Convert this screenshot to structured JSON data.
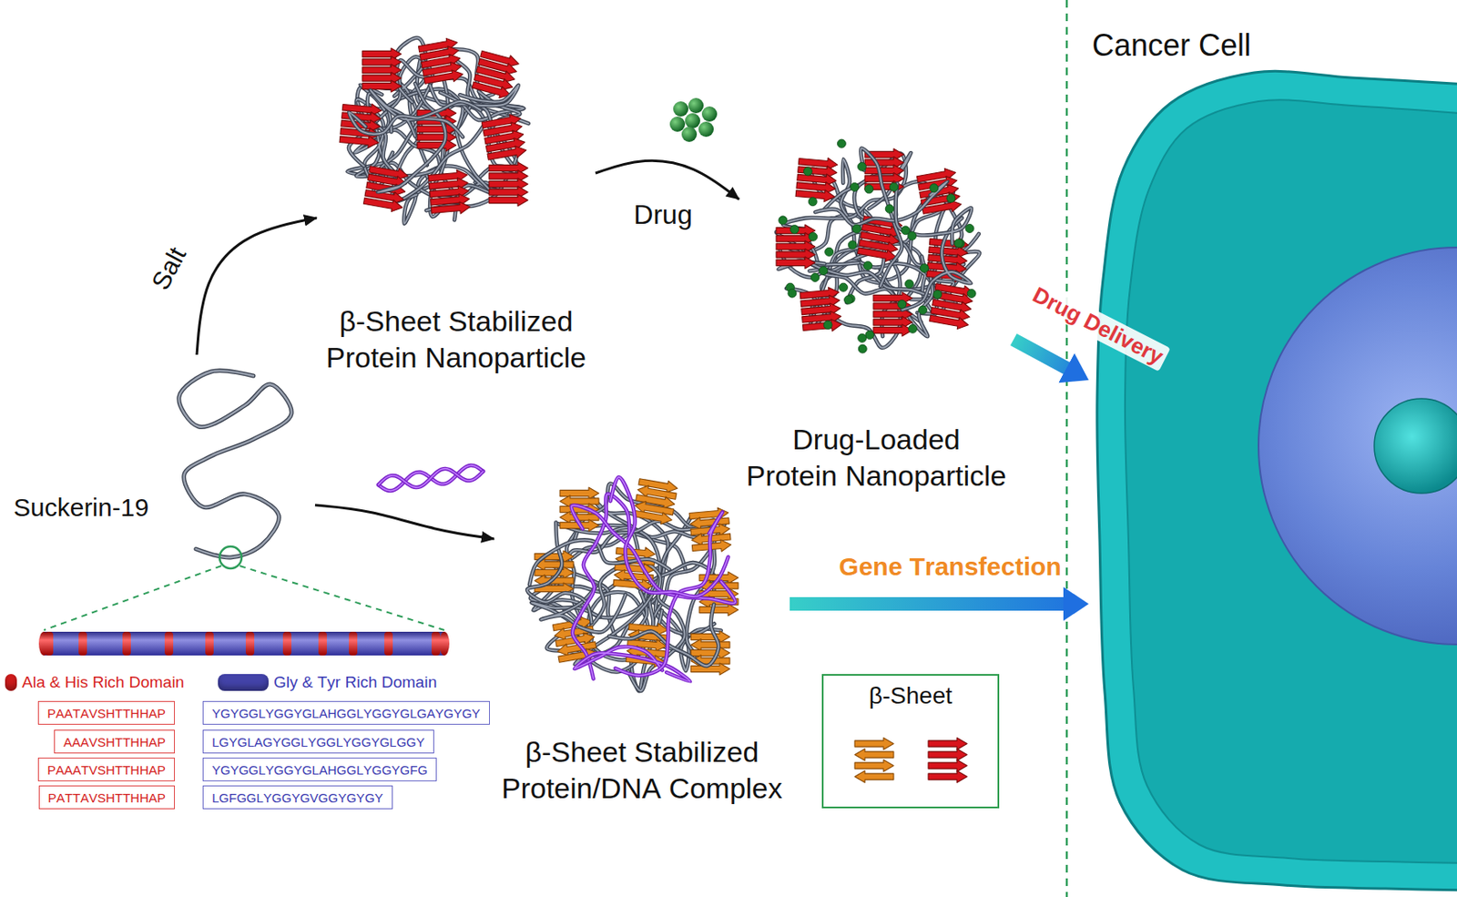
{
  "diagram": {
    "nodes": [
      {
        "text": [
          "Suckerin-19"
        ]
      },
      {
        "text": [
          "β-Sheet Stabilized Protein Nanoparticle"
        ]
      },
      {
        "text": [
          "Drug-Loaded Protein Nanoparticle"
        ]
      },
      {
        "text": [
          "β-Sheet Stabilized Protein/DNA Complex"
        ]
      },
      {
        "text": [
          "Cancer Cell"
        ]
      },
      {
        "text": [
          "β-Sheet"
        ]
      },
      {
        "text": [
          "PAATAVSHTTHHAP"
        ]
      },
      {
        "text": [
          "AAAVSHTTHHAP"
        ]
      },
      {
        "text": [
          "PAAATVSHTTHHAP"
        ]
      },
      {
        "text": [
          "PATTAVSHTTHHAP"
        ]
      },
      {
        "text": [
          "YGYGGLYGGYGLAHGGLYGGYGLGAYGYGY"
        ]
      },
      {
        "text": [
          "LGYGLAGYGGLYGGLYGGYGLGGY"
        ]
      },
      {
        "text": [
          "YGYGGLYGGYGLAHGGLYGGYGFG"
        ]
      },
      {
        "text": [
          "LGFGGLYGGYGVGGYGYGY"
        ]
      }
    ],
    "edges": [
      {
        "from": 0,
        "to": 1,
        "label": "Salt",
        "arrow": "to"
      },
      {
        "from": 1,
        "to": 2,
        "label": "Drug",
        "arrow": "to"
      },
      {
        "from": 0,
        "to": 3,
        "arrow": "to"
      },
      {
        "from": 2,
        "to": 4,
        "label": "Drug Delivery",
        "arrow": "to"
      },
      {
        "from": 3,
        "to": 4,
        "label": "Gene Transfection",
        "arrow": "to"
      }
    ],
    "legend": [
      {
        "text": "Ala & His Rich Domain",
        "color": "#d01c1c"
      },
      {
        "text": "Gly & Tyr Rich Domain",
        "color": "#4343a8"
      }
    ]
  }
}
